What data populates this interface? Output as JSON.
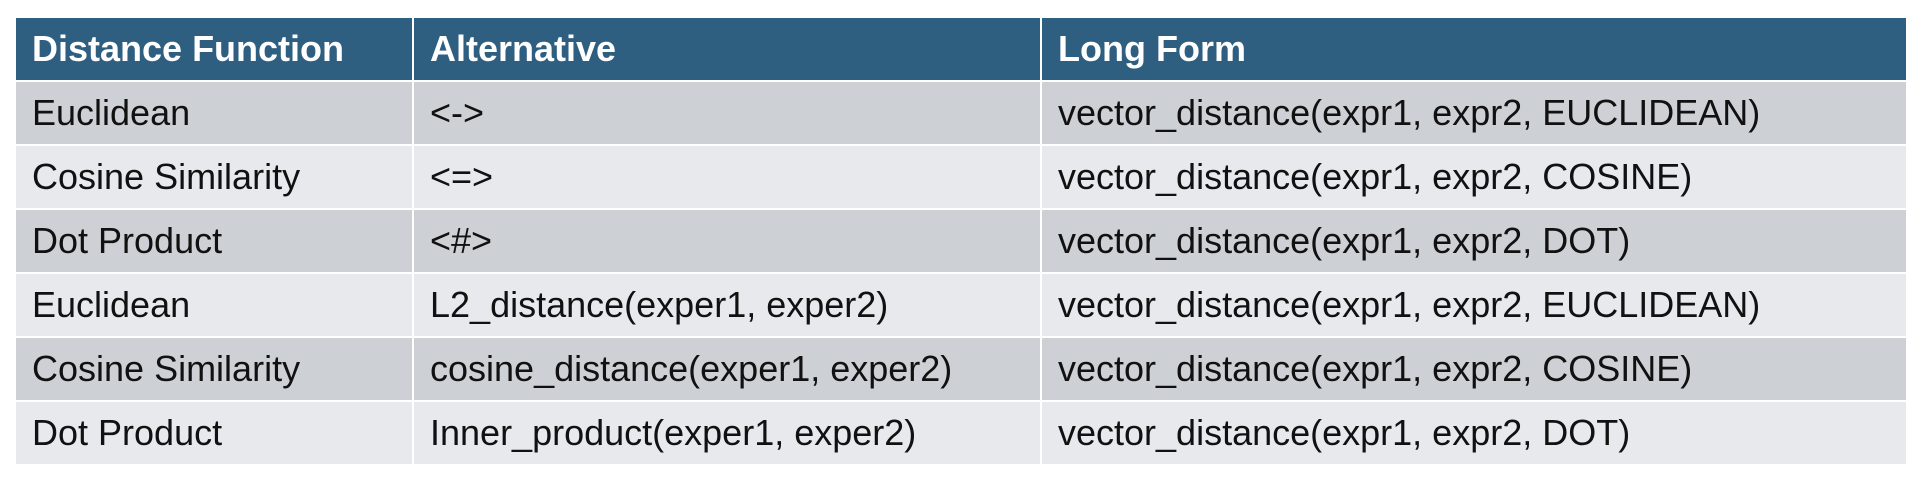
{
  "table": {
    "headers": [
      "Distance Function",
      "Alternative",
      "Long Form"
    ],
    "rows": [
      [
        "Euclidean",
        "<->",
        "vector_distance(expr1, expr2, EUCLIDEAN)"
      ],
      [
        "Cosine Similarity",
        "<=>",
        "vector_distance(expr1, expr2, COSINE)"
      ],
      [
        "Dot Product",
        "<#>",
        "vector_distance(expr1, expr2, DOT)"
      ],
      [
        "Euclidean",
        "L2_distance(exper1, exper2)",
        "vector_distance(expr1, expr2, EUCLIDEAN)"
      ],
      [
        "Cosine Similarity",
        "cosine_distance(exper1, exper2)",
        "vector_distance(expr1, expr2, COSINE)"
      ],
      [
        "Dot Product",
        "Inner_product(exper1, exper2)",
        "vector_distance(expr1, expr2, DOT)"
      ]
    ]
  },
  "colors": {
    "header_bg": "#2e5f81",
    "row_odd_bg": "#cdd1d5",
    "row_even_bg": "#e7e9ec"
  }
}
